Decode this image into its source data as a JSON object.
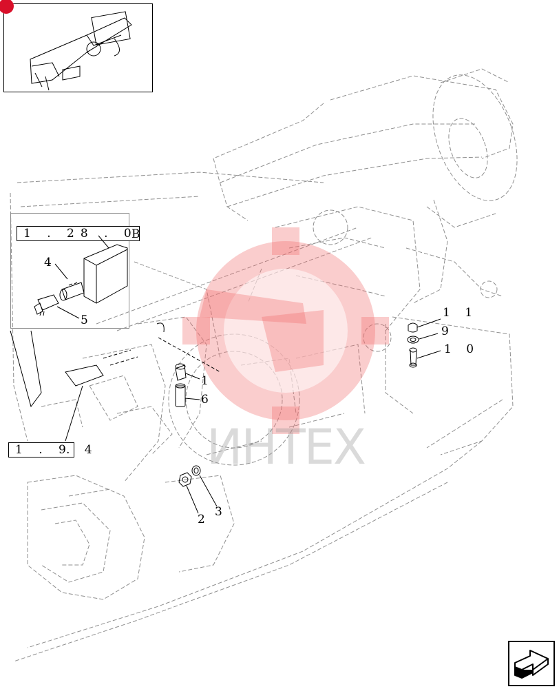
{
  "thumbnail": {
    "alt": ""
  },
  "inset": {
    "ref": "1 . 28 . 0",
    "side_label": "B"
  },
  "callouts": [
    {
      "id": "c1",
      "text": "1"
    },
    {
      "id": "c2",
      "text": "2"
    },
    {
      "id": "c3",
      "text": "3"
    },
    {
      "id": "c4",
      "text": "4"
    },
    {
      "id": "c5",
      "text": "5"
    },
    {
      "id": "c6",
      "text": "6"
    },
    {
      "id": "c9",
      "text": "9"
    },
    {
      "id": "c10",
      "text": "1 0"
    },
    {
      "id": "c11",
      "text": "1 1"
    }
  ],
  "ref_bottom": {
    "prefix": "1 . 9",
    "suffix": ". 4"
  },
  "watermark": {
    "text": "ИНТЕХ",
    "color": "#f07070"
  },
  "nav": {
    "icon": "next-page-arrow-icon"
  },
  "colors": {
    "line": "#000000",
    "ghost": "#9a9a9a",
    "accent": "#d9102a"
  }
}
